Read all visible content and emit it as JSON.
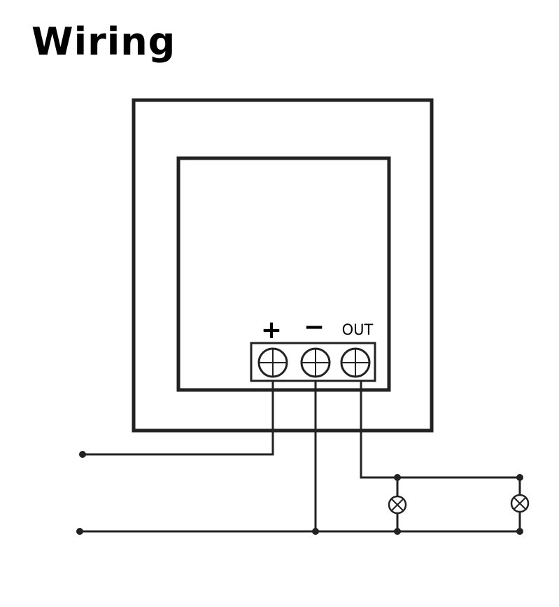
{
  "title": "Wiring",
  "terminals": [
    {
      "id": "plus",
      "label": "+"
    },
    {
      "id": "minus",
      "label": "−"
    },
    {
      "id": "out",
      "label": "OUT"
    }
  ],
  "colors": {
    "line": "#222222",
    "background": "#ffffff"
  }
}
